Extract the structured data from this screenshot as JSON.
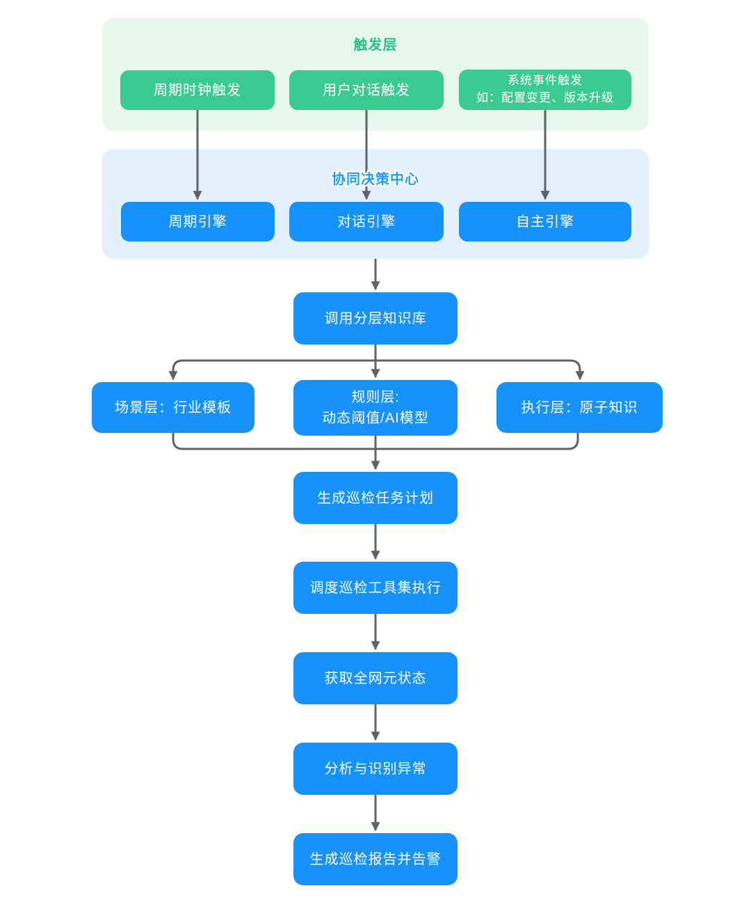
{
  "sections": {
    "trigger": {
      "title": "触发层",
      "nodes": {
        "clock": {
          "label": "周期时钟触发"
        },
        "dialog": {
          "label": "用户对话触发"
        },
        "system_event": {
          "line1": "系统事件触发",
          "line2": "如：配置变更、版本升级"
        }
      }
    },
    "decision": {
      "title": "协同决策中心",
      "nodes": {
        "periodic_engine": {
          "label": "周期引擎"
        },
        "dialog_engine": {
          "label": "对话引擎"
        },
        "autonomous_engine": {
          "label": "自主引擎"
        }
      }
    }
  },
  "knowledge": {
    "caller": {
      "label": "调用分层知识库"
    },
    "layers": {
      "scene": {
        "label": "场景层：行业模板"
      },
      "rule": {
        "line1": "规则层:",
        "line2": "动态阈值/AI模型"
      },
      "execution": {
        "label": "执行层：原子知识"
      }
    }
  },
  "pipeline": {
    "plan": "生成巡检任务计划",
    "schedule": "调度巡检工具集执行",
    "collect": "获取全网元状态",
    "analyze": "分析与识别异常",
    "report": "生成巡检报告并告警"
  },
  "colors": {
    "page_bg": "#ffffff",
    "green_node": "#3bcb91",
    "green_section_bg": "#e6f7ee",
    "green_title": "#2fbe85",
    "blue_node": "#1792fb",
    "blue_section_bg": "#e4f1fc",
    "blue_title": "#1e9cfd",
    "arrow": "#5e6266",
    "node_text": "#ffffff"
  }
}
